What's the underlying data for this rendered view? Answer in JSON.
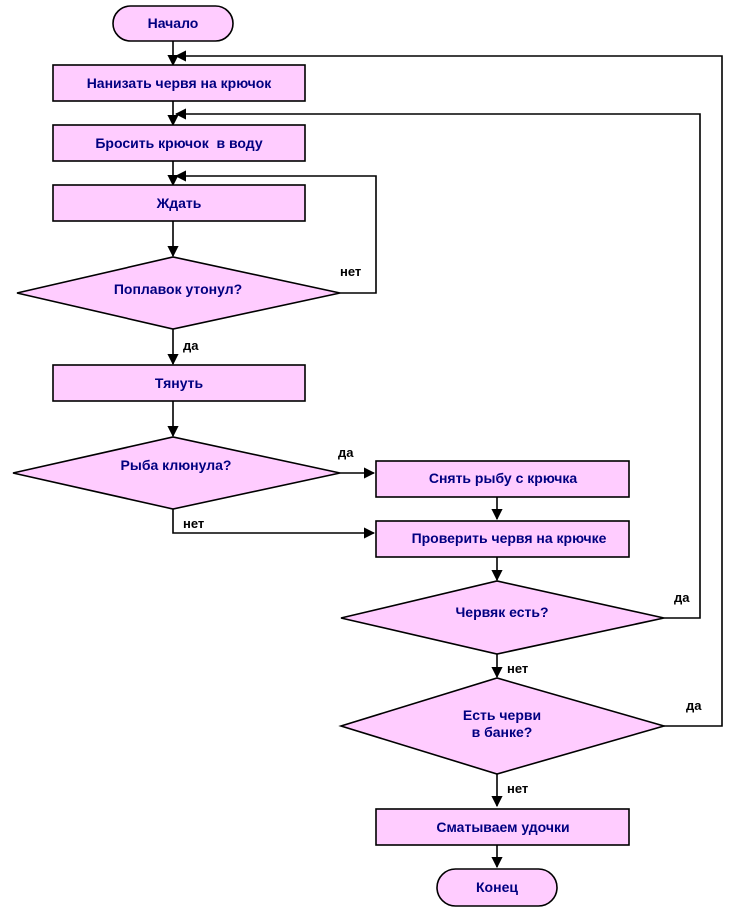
{
  "colors": {
    "node_fill": "#ffccff",
    "node_text": "#000080",
    "line": "#000000"
  },
  "nodes": {
    "start": "Начало",
    "bait": "Нанизать червя на крючок",
    "cast": "Бросить крючок  в воду",
    "wait": "Ждать",
    "float_q": "Поплавок утонул?",
    "pull": "Тянуть",
    "bite_q": "Рыба клюнула?",
    "unhook": "Снять рыбу с крючка",
    "check": "Проверить червя на крючке",
    "worm_q": "Червяк есть?",
    "jar_q_line1": "Есть черви",
    "jar_q_line2": "в банке?",
    "pack": "Сматываем удочки",
    "end": "Конец"
  },
  "edge_labels": {
    "float_no": "нет",
    "float_yes": "да",
    "bite_yes": "да",
    "bite_no": "нет",
    "worm_yes": "да",
    "worm_no": "нет",
    "jar_yes": "да",
    "jar_no": "нет"
  }
}
